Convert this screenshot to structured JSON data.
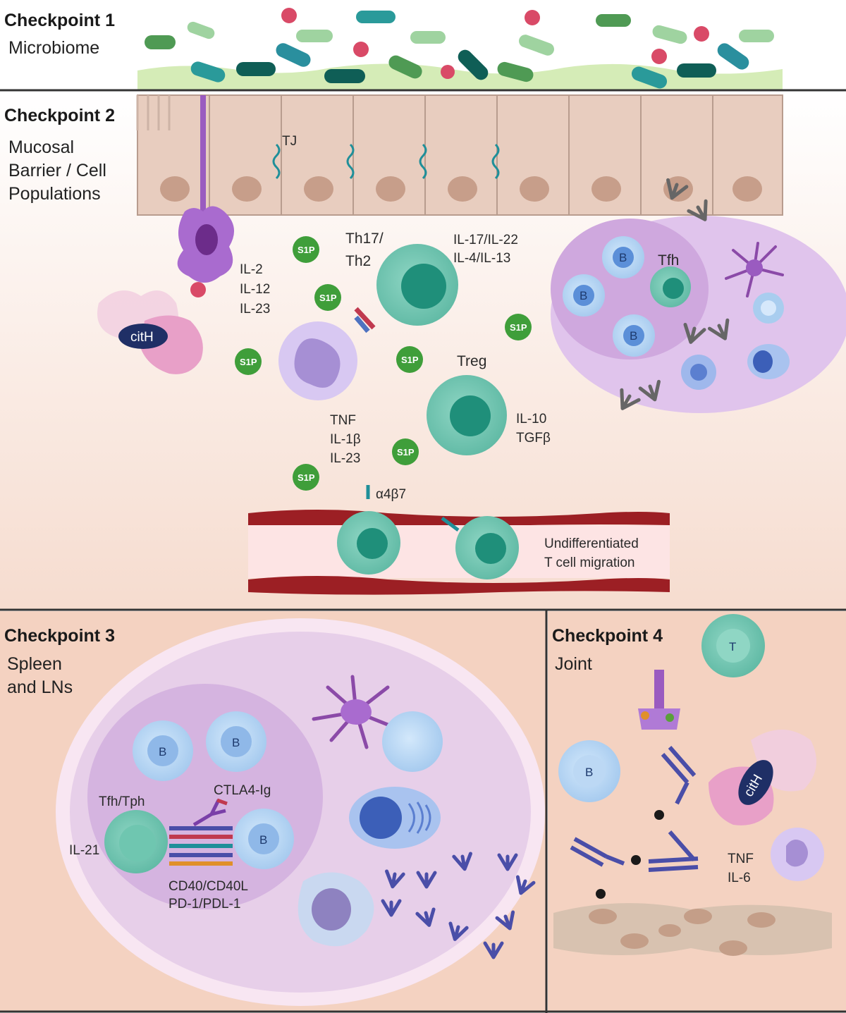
{
  "checkpoint1": {
    "title": "Checkpoint 1",
    "subtitle": "Microbiome"
  },
  "checkpoint2": {
    "title": "Checkpoint 2",
    "subtitle_lines": [
      "Mucosal",
      "Barrier / Cell",
      "Populations"
    ],
    "tj_label": "TJ",
    "dc_cytokines": [
      "IL-2",
      "IL-12",
      "IL-23"
    ],
    "neutrophil_label": "citH",
    "th_label_lines": [
      "Th17/",
      "Th2"
    ],
    "th_cytokines": [
      "IL-17/IL-22",
      "IL-4/IL-13"
    ],
    "macrophage_cytokines": [
      "TNF",
      "IL-1β",
      "IL-23"
    ],
    "treg_label": "Treg",
    "treg_cytokines": [
      "IL-10",
      "TGFβ"
    ],
    "s1p_label": "S1P",
    "tfh_label": "Tfh",
    "b_cell_label": "B",
    "integrin_label": "α4β7",
    "migration_lines": [
      "Undifferentiated",
      "T cell migration"
    ]
  },
  "checkpoint3": {
    "title": "Checkpoint 3",
    "subtitle_lines": [
      "Spleen",
      "and LNs"
    ],
    "tfh_tph_label": "Tfh/Tph",
    "il21_label": "IL-21",
    "ctla4_label": "CTLA4-Ig",
    "costim_lines": [
      "CD40/CD40L",
      "PD-1/PDL-1"
    ],
    "b_cell_label": "B"
  },
  "checkpoint4": {
    "title": "Checkpoint 4",
    "subtitle": "Joint",
    "t_cell_label": "T",
    "b_cell_label": "B",
    "neutrophil_label": "citH",
    "cytokines": [
      "TNF",
      "IL-6"
    ]
  },
  "colors": {
    "teal_cell": "#5fb9a4",
    "teal_nucleus": "#1f8f7a",
    "b_cell": "#a9cdef",
    "s1p": "#3f9e3a",
    "vessel": "#9c1f24",
    "germinal_center": "#d5b4e0",
    "panel_peach": "#f4d2c1"
  }
}
